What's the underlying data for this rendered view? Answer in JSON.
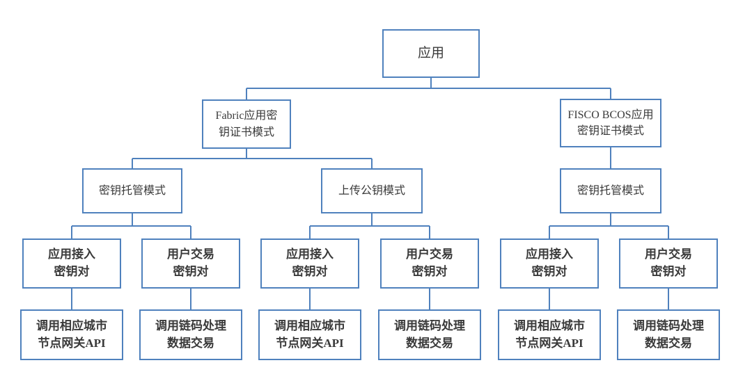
{
  "colors": {
    "line": "#4f81bd",
    "border": "#4f81bd",
    "text": "#3a3a3a",
    "background": "#ffffff"
  },
  "tree": {
    "root": {
      "label": "应用"
    },
    "children": [
      {
        "label": "Fabric应用密\n钥证书模式",
        "children": [
          {
            "label": "密钥托管模式",
            "children": [
              {
                "label": "应用接入\n密钥对",
                "children": [
                  {
                    "label": "调用相应城市\n节点网关API"
                  }
                ]
              },
              {
                "label": "用户交易\n密钥对",
                "children": [
                  {
                    "label": "调用链码处理\n数据交易"
                  }
                ]
              }
            ]
          },
          {
            "label": "上传公钥模式",
            "children": [
              {
                "label": "应用接入\n密钥对",
                "children": [
                  {
                    "label": "调用相应城市\n节点网关API"
                  }
                ]
              },
              {
                "label": "用户交易\n密钥对",
                "children": [
                  {
                    "label": "调用链码处理\n数据交易"
                  }
                ]
              }
            ]
          }
        ]
      },
      {
        "label": "FISCO BCOS应用\n密钥证书模式",
        "children": [
          {
            "label": "密钥托管模式",
            "children": [
              {
                "label": "应用接入\n密钥对",
                "children": [
                  {
                    "label": "调用相应城市\n节点网关API"
                  }
                ]
              },
              {
                "label": "用户交易\n密钥对",
                "children": [
                  {
                    "label": "调用链码处理\n数据交易"
                  }
                ]
              }
            ]
          }
        ]
      }
    ]
  }
}
